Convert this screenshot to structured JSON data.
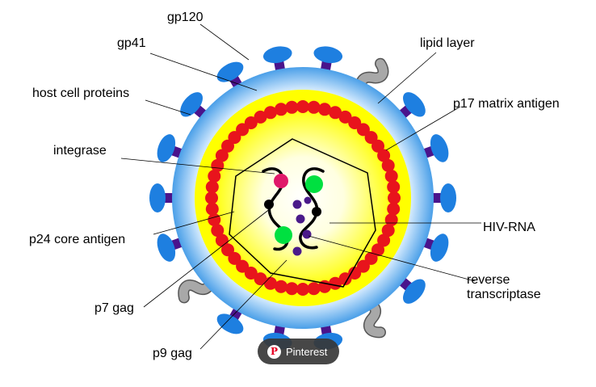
{
  "labels": {
    "gp120": "gp120",
    "gp41": "gp41",
    "host_cell_proteins": "host cell proteins",
    "integrase": "integrase",
    "p24": "p24 core antigen",
    "p7": "p7 gag",
    "p9": "p9 gag",
    "lipid_layer": "lipid layer",
    "p17": "p17 matrix antigen",
    "hiv_rna": "HIV-RNA",
    "rt_line1": "reverse",
    "rt_line2": "transcriptase"
  },
  "pinterest": {
    "label": "Pinterest"
  },
  "colors": {
    "envelope_outer": "#4a9fe8",
    "envelope_inner": "#ffffff",
    "core_yellow": "#ffff00",
    "matrix_red": "#e8141c",
    "gp41_purple": "#4a148c",
    "gp120_blue": "#1e7fe0",
    "host_protein_gray": "#a8a8a8",
    "integrase_pink": "#e0186a",
    "rt_green": "#00e040",
    "p7_purple": "#4a1a8a",
    "pinterest_red": "#e60023"
  },
  "icons": {
    "pinterest": "pinterest-logo-icon"
  }
}
